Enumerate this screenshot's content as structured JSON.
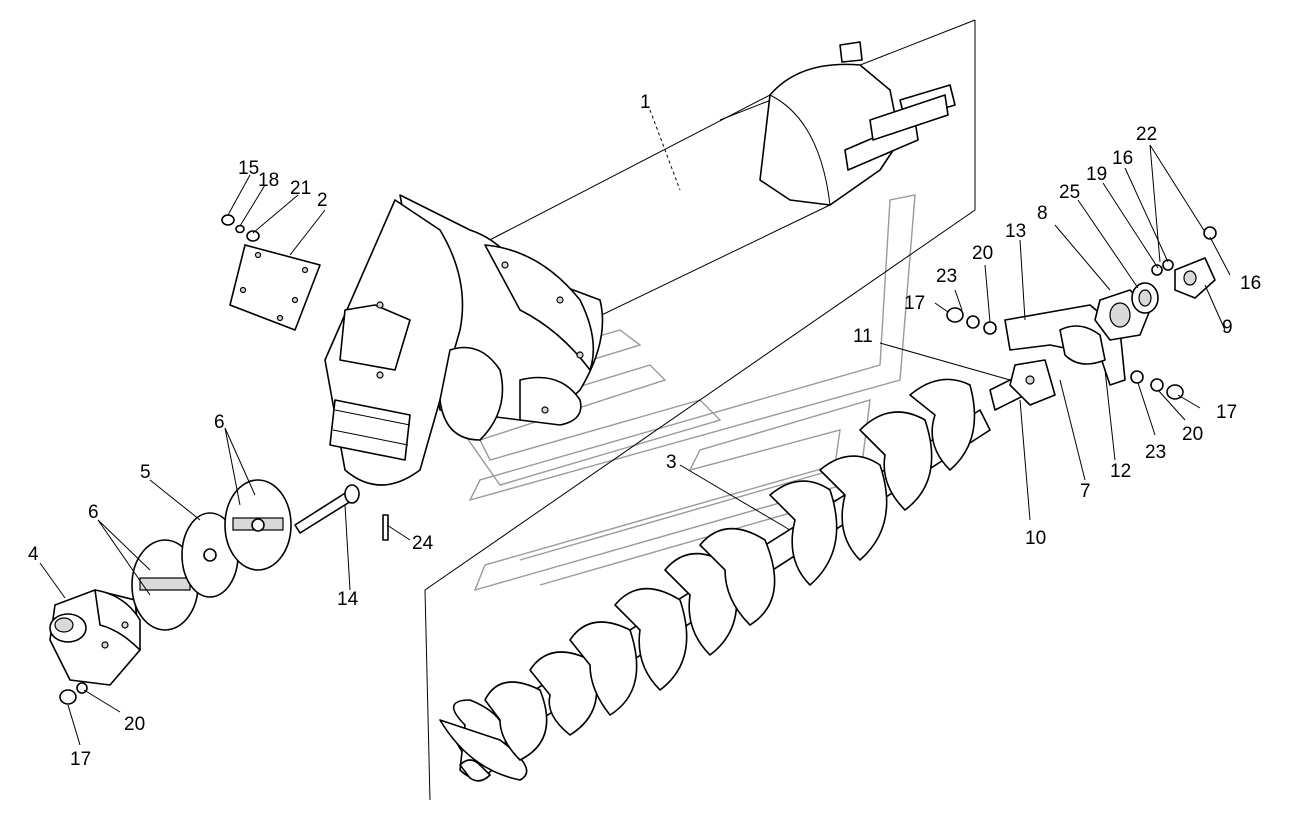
{
  "labels": {
    "p1": "1",
    "p2": "2",
    "p3": "3",
    "p4": "4",
    "p5": "5",
    "p6a": "6",
    "p6b": "6",
    "p7": "7",
    "p8": "8",
    "p9": "9",
    "p10": "10",
    "p11": "11",
    "p12": "12",
    "p13": "13",
    "p14": "14",
    "p15": "15",
    "p16a": "16",
    "p16b": "16",
    "p17a": "17",
    "p17b": "17",
    "p17c": "17",
    "p18": "18",
    "p19": "19",
    "p20a": "20",
    "p20b": "20",
    "p20c": "20",
    "p21": "21",
    "p22": "22",
    "p23a": "23",
    "p23b": "23",
    "p24": "24",
    "p25": "25"
  }
}
